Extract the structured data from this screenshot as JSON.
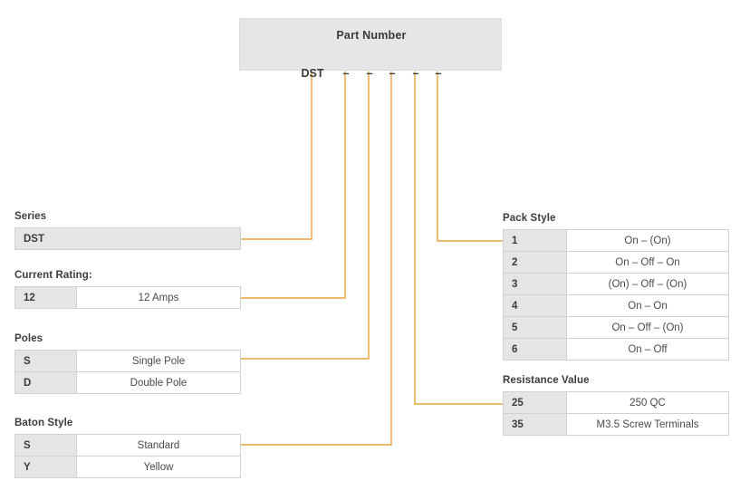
{
  "accent_color": "#e8a33d",
  "part_number": {
    "title": "Part Number",
    "prefix": "DST",
    "segments": [
      "–",
      "–",
      "–",
      "–",
      "–"
    ]
  },
  "groups": {
    "series": {
      "title": "Series",
      "rows": [
        {
          "key": "DST",
          "value": ""
        }
      ]
    },
    "current_rating": {
      "title": "Current Rating:",
      "rows": [
        {
          "key": "12",
          "value": "12 Amps"
        }
      ]
    },
    "poles": {
      "title": "Poles",
      "rows": [
        {
          "key": "S",
          "value": "Single Pole"
        },
        {
          "key": "D",
          "value": "Double Pole"
        }
      ]
    },
    "baton_style": {
      "title": "Baton Style",
      "rows": [
        {
          "key": "S",
          "value": "Standard"
        },
        {
          "key": "Y",
          "value": "Yellow"
        }
      ]
    },
    "pack_style": {
      "title": "Pack Style",
      "rows": [
        {
          "key": "1",
          "value": "On – (On)"
        },
        {
          "key": "2",
          "value": "On – Off – On"
        },
        {
          "key": "3",
          "value": "(On) – Off – (On)"
        },
        {
          "key": "4",
          "value": "On – On"
        },
        {
          "key": "5",
          "value": "On – Off – (On)"
        },
        {
          "key": "6",
          "value": "On – Off"
        }
      ]
    },
    "resistance_value": {
      "title": "Resistance Value",
      "rows": [
        {
          "key": "25",
          "value": "250 QC"
        },
        {
          "key": "35",
          "value": "M3.5 Screw Terminals"
        }
      ]
    }
  }
}
